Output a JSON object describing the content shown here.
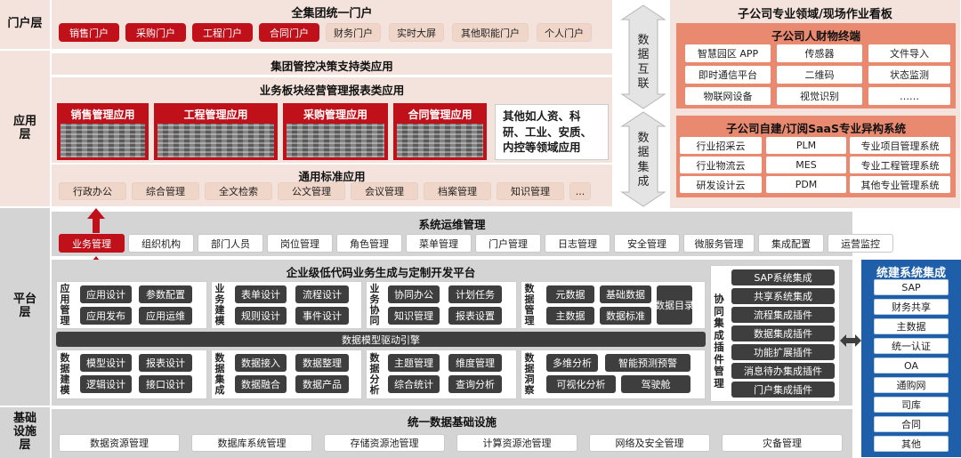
{
  "layers": {
    "portal": "门户层",
    "application": "应用层",
    "platform": "平台层",
    "infrastructure": "基础设施层"
  },
  "portal": {
    "title": "全集团统一门户",
    "items_red": [
      "销售门户",
      "采购门户",
      "工程门户",
      "合同门户"
    ],
    "items_pink": [
      "财务门户",
      "实时大屏",
      "其他职能门户",
      "个人门户"
    ]
  },
  "decision": {
    "title": "集团管控决策支持类应用"
  },
  "business": {
    "title": "业务板块经营管理报表类应用",
    "apps": [
      "销售管理应用",
      "工程管理应用",
      "采购管理应用",
      "合同管理应用"
    ],
    "other": "其他如人资、科研、工业、安质、内控等领域应用"
  },
  "general": {
    "title": "通用标准应用",
    "items": [
      "行政办公",
      "综合管理",
      "全文检索",
      "公文管理",
      "会议管理",
      "档案管理",
      "知识管理",
      "..."
    ]
  },
  "connectors": {
    "interconnect": "数据互联",
    "integration": "数据集成"
  },
  "subsidiary": {
    "board_title": "子公司专业领域/现场作业看板",
    "terminal_title": "子公司人财物终端",
    "terminal_items": [
      "智慧园区 APP",
      "传感器",
      "文件导入",
      "即时通信平台",
      "二维码",
      "状态监测",
      "物联网设备",
      "视觉识别",
      "……"
    ],
    "saas_title": "子公司自建/订阅SaaS专业异构系统",
    "saas_items": [
      "行业招采云",
      "PLM",
      "专业项目管理系统",
      "行业物流云",
      "MES",
      "专业工程管理系统",
      "研发设计云",
      "PDM",
      "其他专业管理系统"
    ]
  },
  "ops": {
    "title": "系统运维管理",
    "items": [
      "业务管理",
      "组织机构",
      "部门人员",
      "岗位管理",
      "角色管理",
      "菜单管理",
      "门户管理",
      "日志管理",
      "安全管理",
      "微服务管理",
      "集成配置",
      "运营监控"
    ]
  },
  "lowcode": {
    "title": "企业级低代码业务生成与定制开发平台",
    "app_mgmt": {
      "label": "应用管理",
      "items": [
        "应用设计",
        "参数配置",
        "应用发布",
        "应用运维"
      ]
    },
    "biz_model": {
      "label": "业务建模",
      "items": [
        "表单设计",
        "流程设计",
        "规则设计",
        "事件设计"
      ]
    },
    "biz_collab": {
      "label": "业务协同",
      "items": [
        "协同办公",
        "计划任务",
        "知识管理",
        "报表设置"
      ]
    },
    "data_mgmt": {
      "label": "数据管理",
      "items": [
        "元数据",
        "基础数据",
        "主数据",
        "数据标准",
        "数据目录"
      ]
    },
    "engine": "数据模型驱动引擎",
    "data_model": {
      "label": "数据建模",
      "items": [
        "模型设计",
        "报表设计",
        "逻辑设计",
        "接口设计"
      ]
    },
    "data_integ": {
      "label": "数据集成",
      "items": [
        "数据接入",
        "数据整理",
        "数据融合",
        "数据产品"
      ]
    },
    "data_anal": {
      "label": "数据分析",
      "items": [
        "主题管理",
        "维度管理",
        "综合统计",
        "查询分析"
      ]
    },
    "data_insight": {
      "label": "数据洞察",
      "items": [
        "多维分析",
        "智能预测预警",
        "可视化分析",
        "驾驶舱"
      ]
    },
    "plugin": {
      "label": "协同集成插件管理",
      "items": [
        "SAP系统集成",
        "共享系统集成",
        "流程集成插件",
        "数据集成插件",
        "功能扩展插件",
        "消息待办集成插件",
        "门户集成插件"
      ]
    }
  },
  "unified": {
    "title": "统建系统集成",
    "items": [
      "SAP",
      "财务共享",
      "主数据",
      "统一认证",
      "OA",
      "通购网",
      "司库",
      "合同",
      "其他"
    ]
  },
  "infra": {
    "title": "统一数据基础设施",
    "items": [
      "数据资源管理",
      "数据库系统管理",
      "存储资源池管理",
      "计算资源池管理",
      "网络及安全管理",
      "灾备管理"
    ]
  },
  "colors": {
    "red": "#c0111a",
    "pink": "#f4e3dc",
    "gray": "#d4d4d4",
    "blue": "#1f5ea8"
  }
}
